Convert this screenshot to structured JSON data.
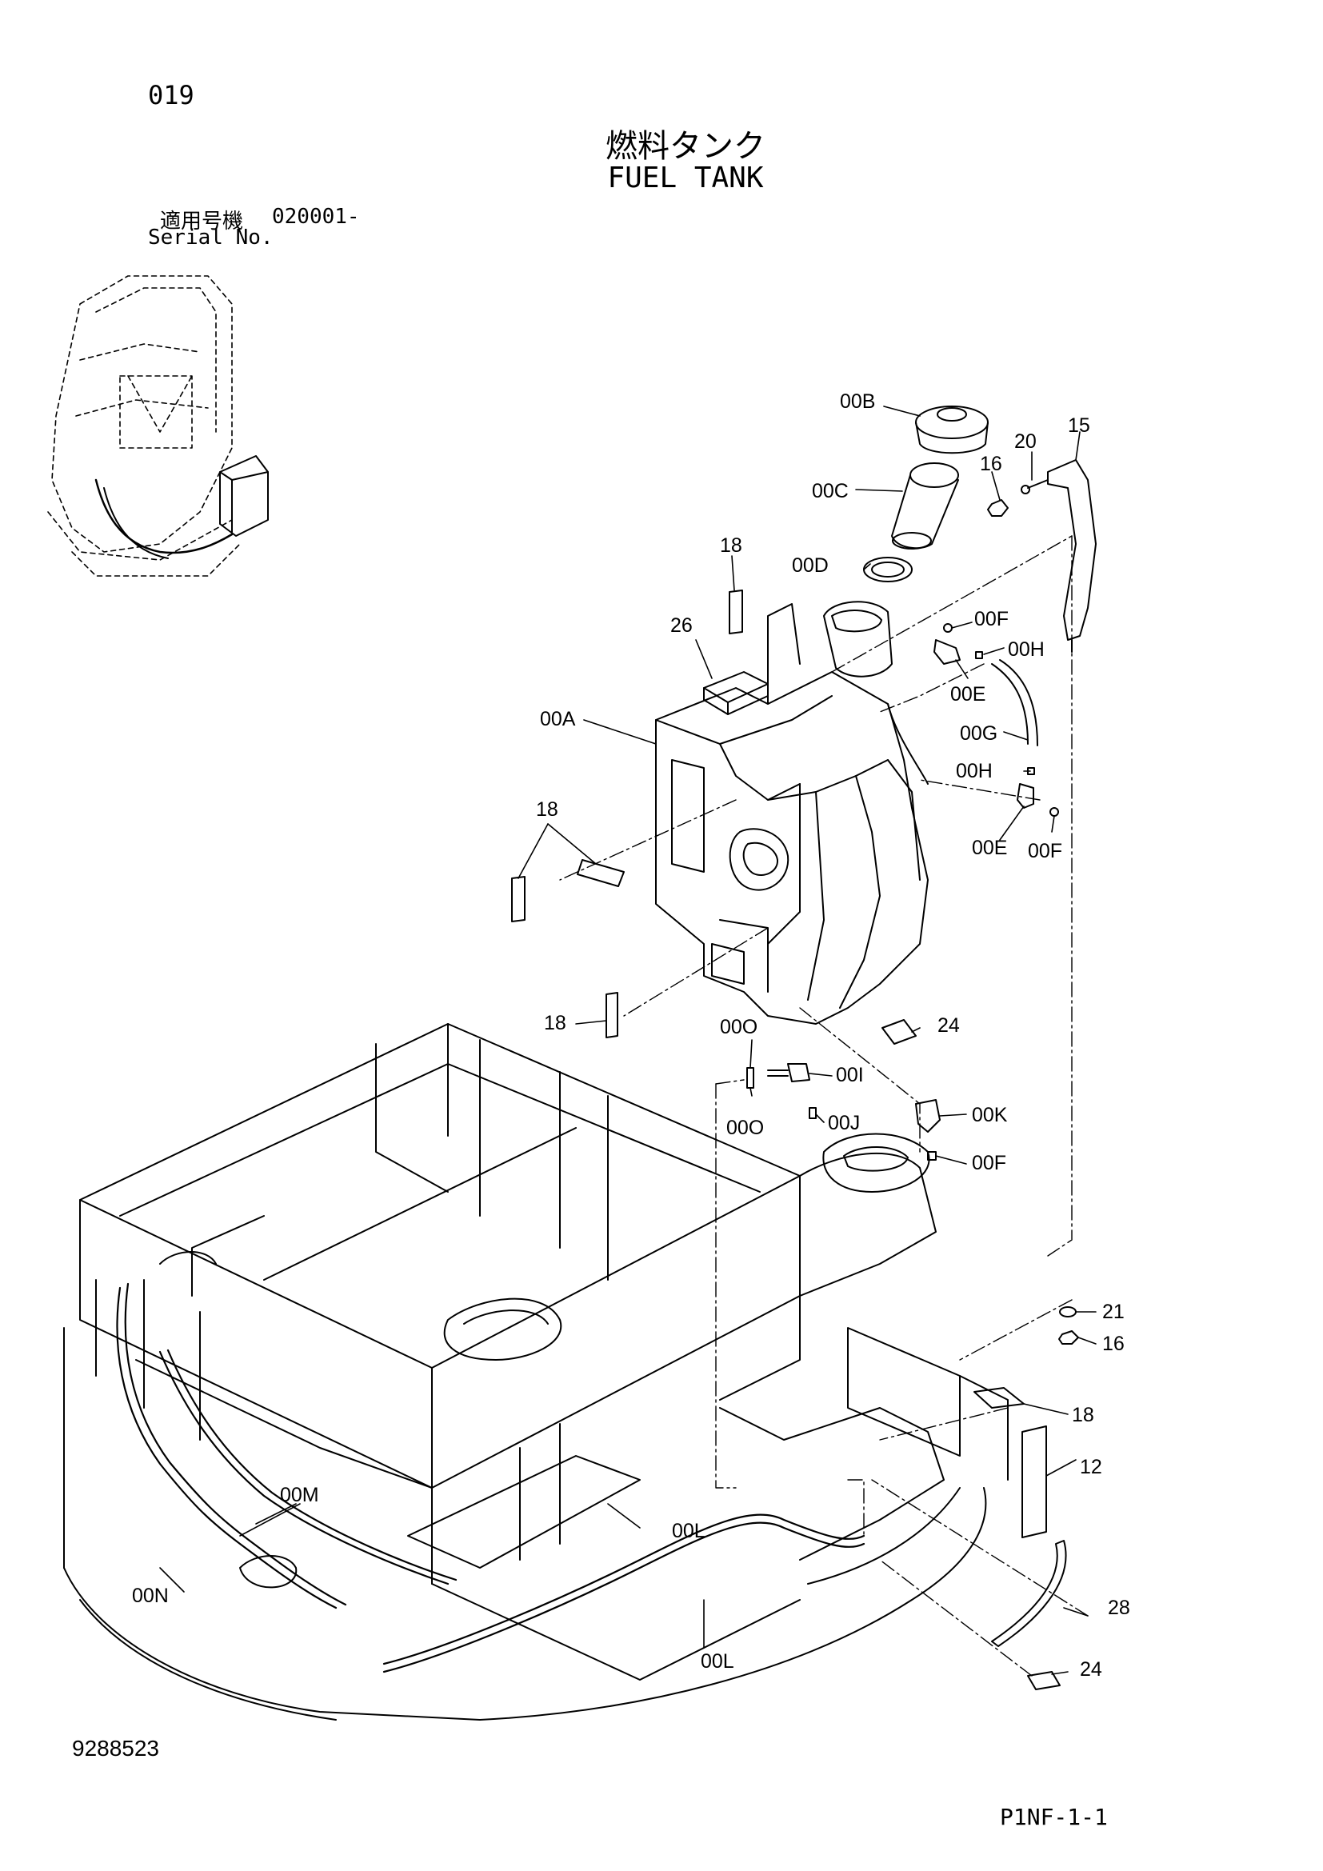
{
  "page_number": "019",
  "title_jp": "燃料タンク",
  "title_en": "FUEL TANK",
  "serial": {
    "label_jp": "適用号機",
    "label_en": "Serial No.",
    "value": "020001-"
  },
  "doc_number": "9288523",
  "sheet_code": "P1NF-1-1",
  "callouts": [
    {
      "id": "c-00B",
      "label": "00B"
    },
    {
      "id": "c-20",
      "label": "20"
    },
    {
      "id": "c-15",
      "label": "15"
    },
    {
      "id": "c-16a",
      "label": "16"
    },
    {
      "id": "c-00C",
      "label": "00C"
    },
    {
      "id": "c-18a",
      "label": "18"
    },
    {
      "id": "c-00D",
      "label": "00D"
    },
    {
      "id": "c-26",
      "label": "26"
    },
    {
      "id": "c-00Fa",
      "label": "00F"
    },
    {
      "id": "c-00Ha",
      "label": "00H"
    },
    {
      "id": "c-00Ea",
      "label": "00E"
    },
    {
      "id": "c-00A",
      "label": "00A"
    },
    {
      "id": "c-00G",
      "label": "00G"
    },
    {
      "id": "c-00Hb",
      "label": "00H"
    },
    {
      "id": "c-18b",
      "label": "18"
    },
    {
      "id": "c-00Eb",
      "label": "00E"
    },
    {
      "id": "c-00Fb",
      "label": "00F"
    },
    {
      "id": "c-18c",
      "label": "18"
    },
    {
      "id": "c-00Oa",
      "label": "00O"
    },
    {
      "id": "c-24a",
      "label": "24"
    },
    {
      "id": "c-00I",
      "label": "00I"
    },
    {
      "id": "c-00Ob",
      "label": "00O"
    },
    {
      "id": "c-00J",
      "label": "00J"
    },
    {
      "id": "c-00K",
      "label": "00K"
    },
    {
      "id": "c-00Fc",
      "label": "00F"
    },
    {
      "id": "c-21",
      "label": "21"
    },
    {
      "id": "c-16b",
      "label": "16"
    },
    {
      "id": "c-18d",
      "label": "18"
    },
    {
      "id": "c-12",
      "label": "12"
    },
    {
      "id": "c-00M",
      "label": "00M"
    },
    {
      "id": "c-00La",
      "label": "00L"
    },
    {
      "id": "c-28",
      "label": "28"
    },
    {
      "id": "c-00N",
      "label": "00N"
    },
    {
      "id": "c-00Lb",
      "label": "00L"
    },
    {
      "id": "c-24b",
      "label": "24"
    }
  ]
}
